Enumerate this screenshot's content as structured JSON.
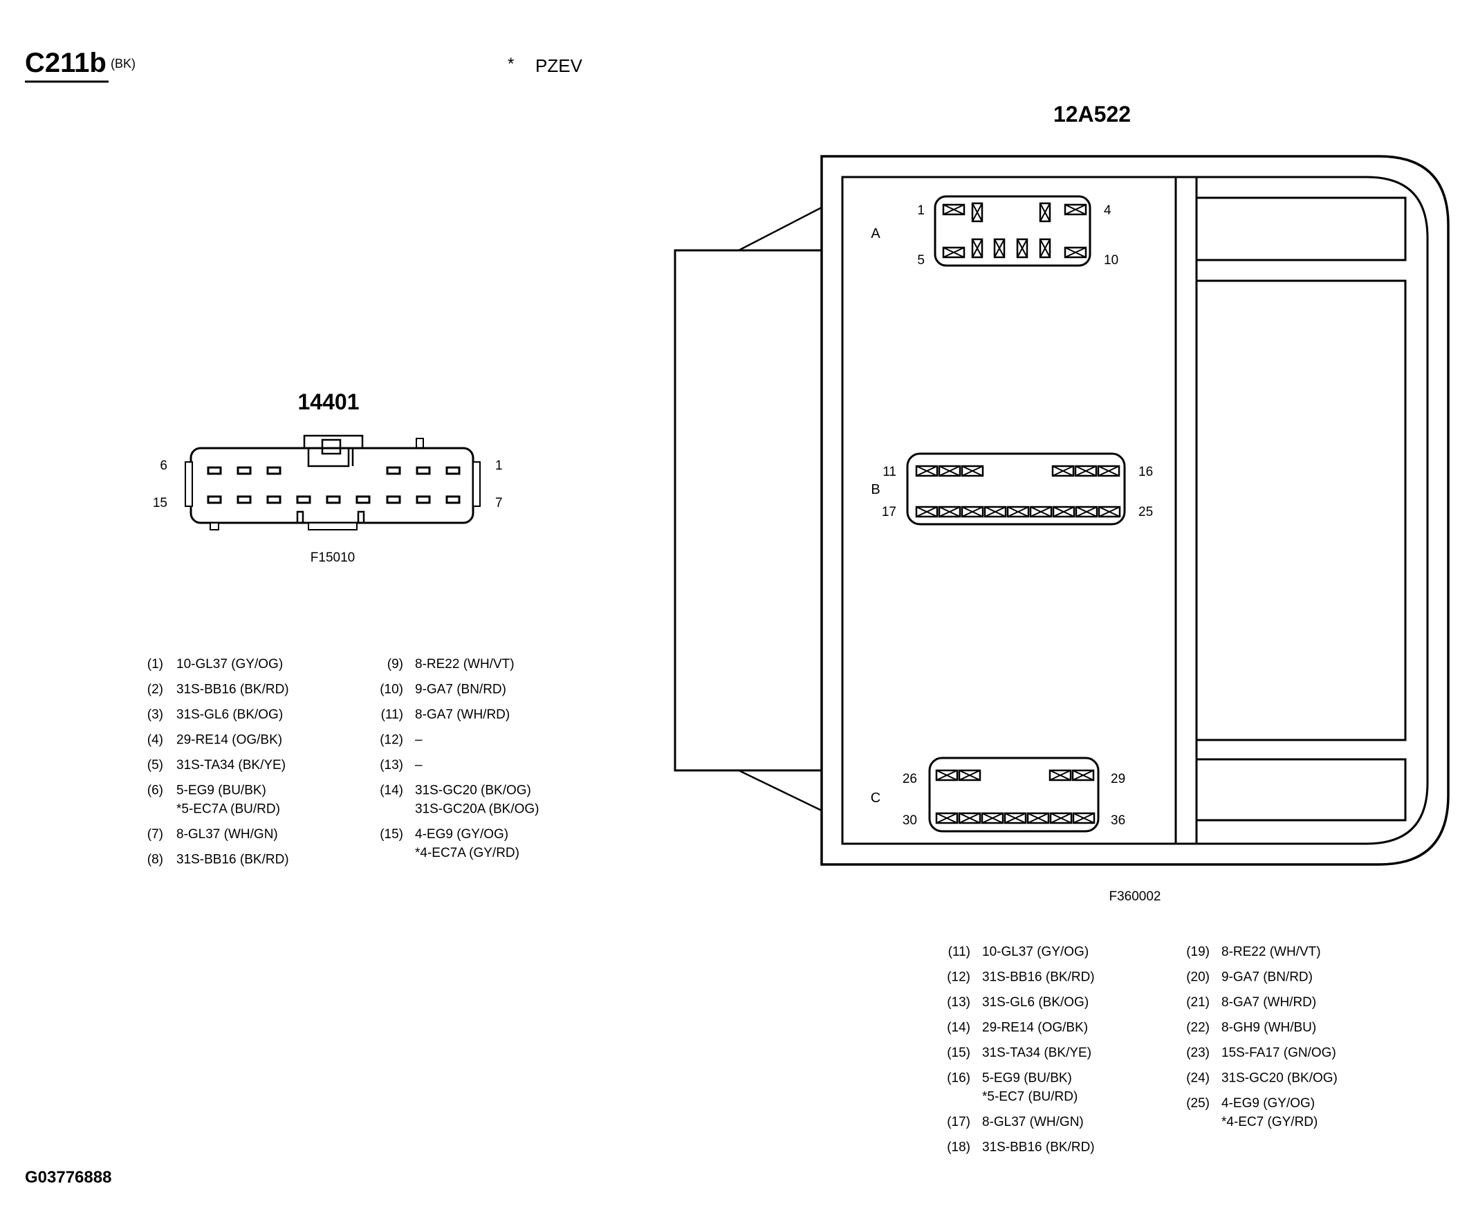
{
  "header": {
    "connector_id": "C211b",
    "connector_color": "(BK)",
    "note_marker": "*",
    "note_text": "PZEV"
  },
  "footer": {
    "image_code": "G03776888"
  },
  "connector_left": {
    "title": "14401",
    "figure_code": "F15010",
    "pin_labels": {
      "top_left": "6",
      "bottom_left": "15",
      "top_right": "1",
      "bottom_right": "7"
    },
    "wires_col1": [
      {
        "pin": "(1)",
        "lines": [
          "10-GL37 (GY/OG)"
        ]
      },
      {
        "pin": "(2)",
        "lines": [
          "31S-BB16 (BK/RD)"
        ]
      },
      {
        "pin": "(3)",
        "lines": [
          "31S-GL6 (BK/OG)"
        ]
      },
      {
        "pin": "(4)",
        "lines": [
          "29-RE14 (OG/BK)"
        ]
      },
      {
        "pin": "(5)",
        "lines": [
          "31S-TA34 (BK/YE)"
        ]
      },
      {
        "pin": "(6)",
        "lines": [
          "5-EG9 (BU/BK)",
          "*5-EC7A (BU/RD)"
        ]
      },
      {
        "pin": "(7)",
        "lines": [
          "8-GL37 (WH/GN)"
        ]
      },
      {
        "pin": "(8)",
        "lines": [
          "31S-BB16 (BK/RD)"
        ]
      }
    ],
    "wires_col2": [
      {
        "pin": "(9)",
        "lines": [
          "8-RE22 (WH/VT)"
        ]
      },
      {
        "pin": "(10)",
        "lines": [
          "9-GA7 (BN/RD)"
        ]
      },
      {
        "pin": "(11)",
        "lines": [
          "8-GA7 (WH/RD)"
        ]
      },
      {
        "pin": "(12)",
        "lines": [
          "–"
        ]
      },
      {
        "pin": "(13)",
        "lines": [
          "–"
        ]
      },
      {
        "pin": "(14)",
        "lines": [
          "31S-GC20 (BK/OG)",
          "31S-GC20A (BK/OG)"
        ]
      },
      {
        "pin": "(15)",
        "lines": [
          "4-EG9 (GY/OG)",
          "*4-EC7A (GY/RD)"
        ]
      }
    ]
  },
  "connector_right": {
    "title": "12A522",
    "figure_code": "F360002",
    "rows": [
      {
        "letter": "A",
        "top_left": "1",
        "top_right": "4",
        "bottom_left": "5",
        "bottom_right": "10"
      },
      {
        "letter": "B",
        "top_left": "11",
        "top_right": "16",
        "bottom_left": "17",
        "bottom_right": "25"
      },
      {
        "letter": "C",
        "top_left": "26",
        "top_right": "29",
        "bottom_left": "30",
        "bottom_right": "36"
      }
    ],
    "wires_col1": [
      {
        "pin": "(11)",
        "lines": [
          "10-GL37 (GY/OG)"
        ]
      },
      {
        "pin": "(12)",
        "lines": [
          "31S-BB16 (BK/RD)"
        ]
      },
      {
        "pin": "(13)",
        "lines": [
          "31S-GL6 (BK/OG)"
        ]
      },
      {
        "pin": "(14)",
        "lines": [
          "29-RE14 (OG/BK)"
        ]
      },
      {
        "pin": "(15)",
        "lines": [
          "31S-TA34 (BK/YE)"
        ]
      },
      {
        "pin": "(16)",
        "lines": [
          "5-EG9 (BU/BK)",
          "*5-EC7 (BU/RD)"
        ]
      },
      {
        "pin": "(17)",
        "lines": [
          "8-GL37 (WH/GN)"
        ]
      },
      {
        "pin": "(18)",
        "lines": [
          "31S-BB16 (BK/RD)"
        ]
      }
    ],
    "wires_col2": [
      {
        "pin": "(19)",
        "lines": [
          "8-RE22 (WH/VT)"
        ]
      },
      {
        "pin": "(20)",
        "lines": [
          "9-GA7 (BN/RD)"
        ]
      },
      {
        "pin": "(21)",
        "lines": [
          "8-GA7 (WH/RD)"
        ]
      },
      {
        "pin": "(22)",
        "lines": [
          "8-GH9 (WH/BU)"
        ]
      },
      {
        "pin": "(23)",
        "lines": [
          "15S-FA17 (GN/OG)"
        ]
      },
      {
        "pin": "(24)",
        "lines": [
          "31S-GC20 (BK/OG)"
        ]
      },
      {
        "pin": "(25)",
        "lines": [
          "4-EG9 (GY/OG)",
          "*4-EC7 (GY/RD)"
        ]
      }
    ]
  }
}
